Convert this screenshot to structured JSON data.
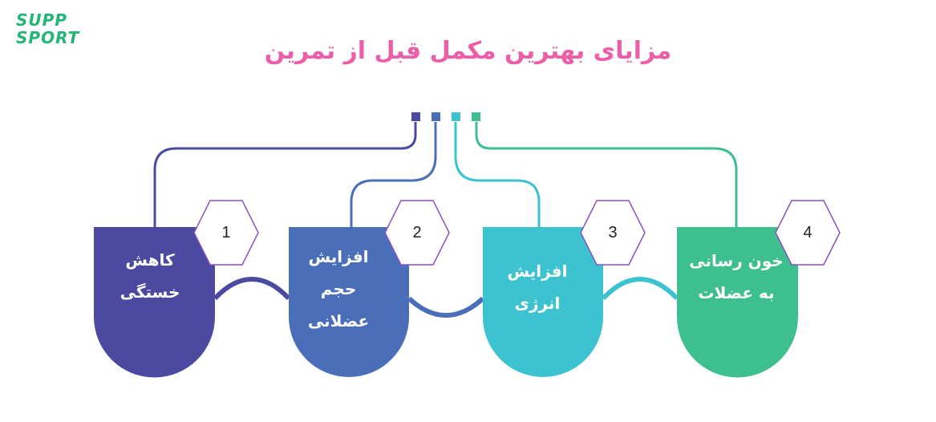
{
  "logo": {
    "line1": "SUPP",
    "line2": "SPORT"
  },
  "title": "مزایای بهترین مکمل قبل از تمرین",
  "colors": {
    "title": "#ec5fa8",
    "logo": "#22b573",
    "card1": "#4b4aa0",
    "card2": "#4a6fb8",
    "card3": "#3cc3cf",
    "card4": "#3dbf8e",
    "hexStroke": "#8a4fc6"
  },
  "items": [
    {
      "number": "1",
      "line1": "کاهش",
      "line2": "خستگی",
      "line3": ""
    },
    {
      "number": "2",
      "line1": "افزایش",
      "line2": "حجم",
      "line3": "عضلانی"
    },
    {
      "number": "3",
      "line1": "افزایش",
      "line2": "انرژی",
      "line3": ""
    },
    {
      "number": "4",
      "line1": "خون رسانی",
      "line2": "به عضلات",
      "line3": ""
    }
  ]
}
